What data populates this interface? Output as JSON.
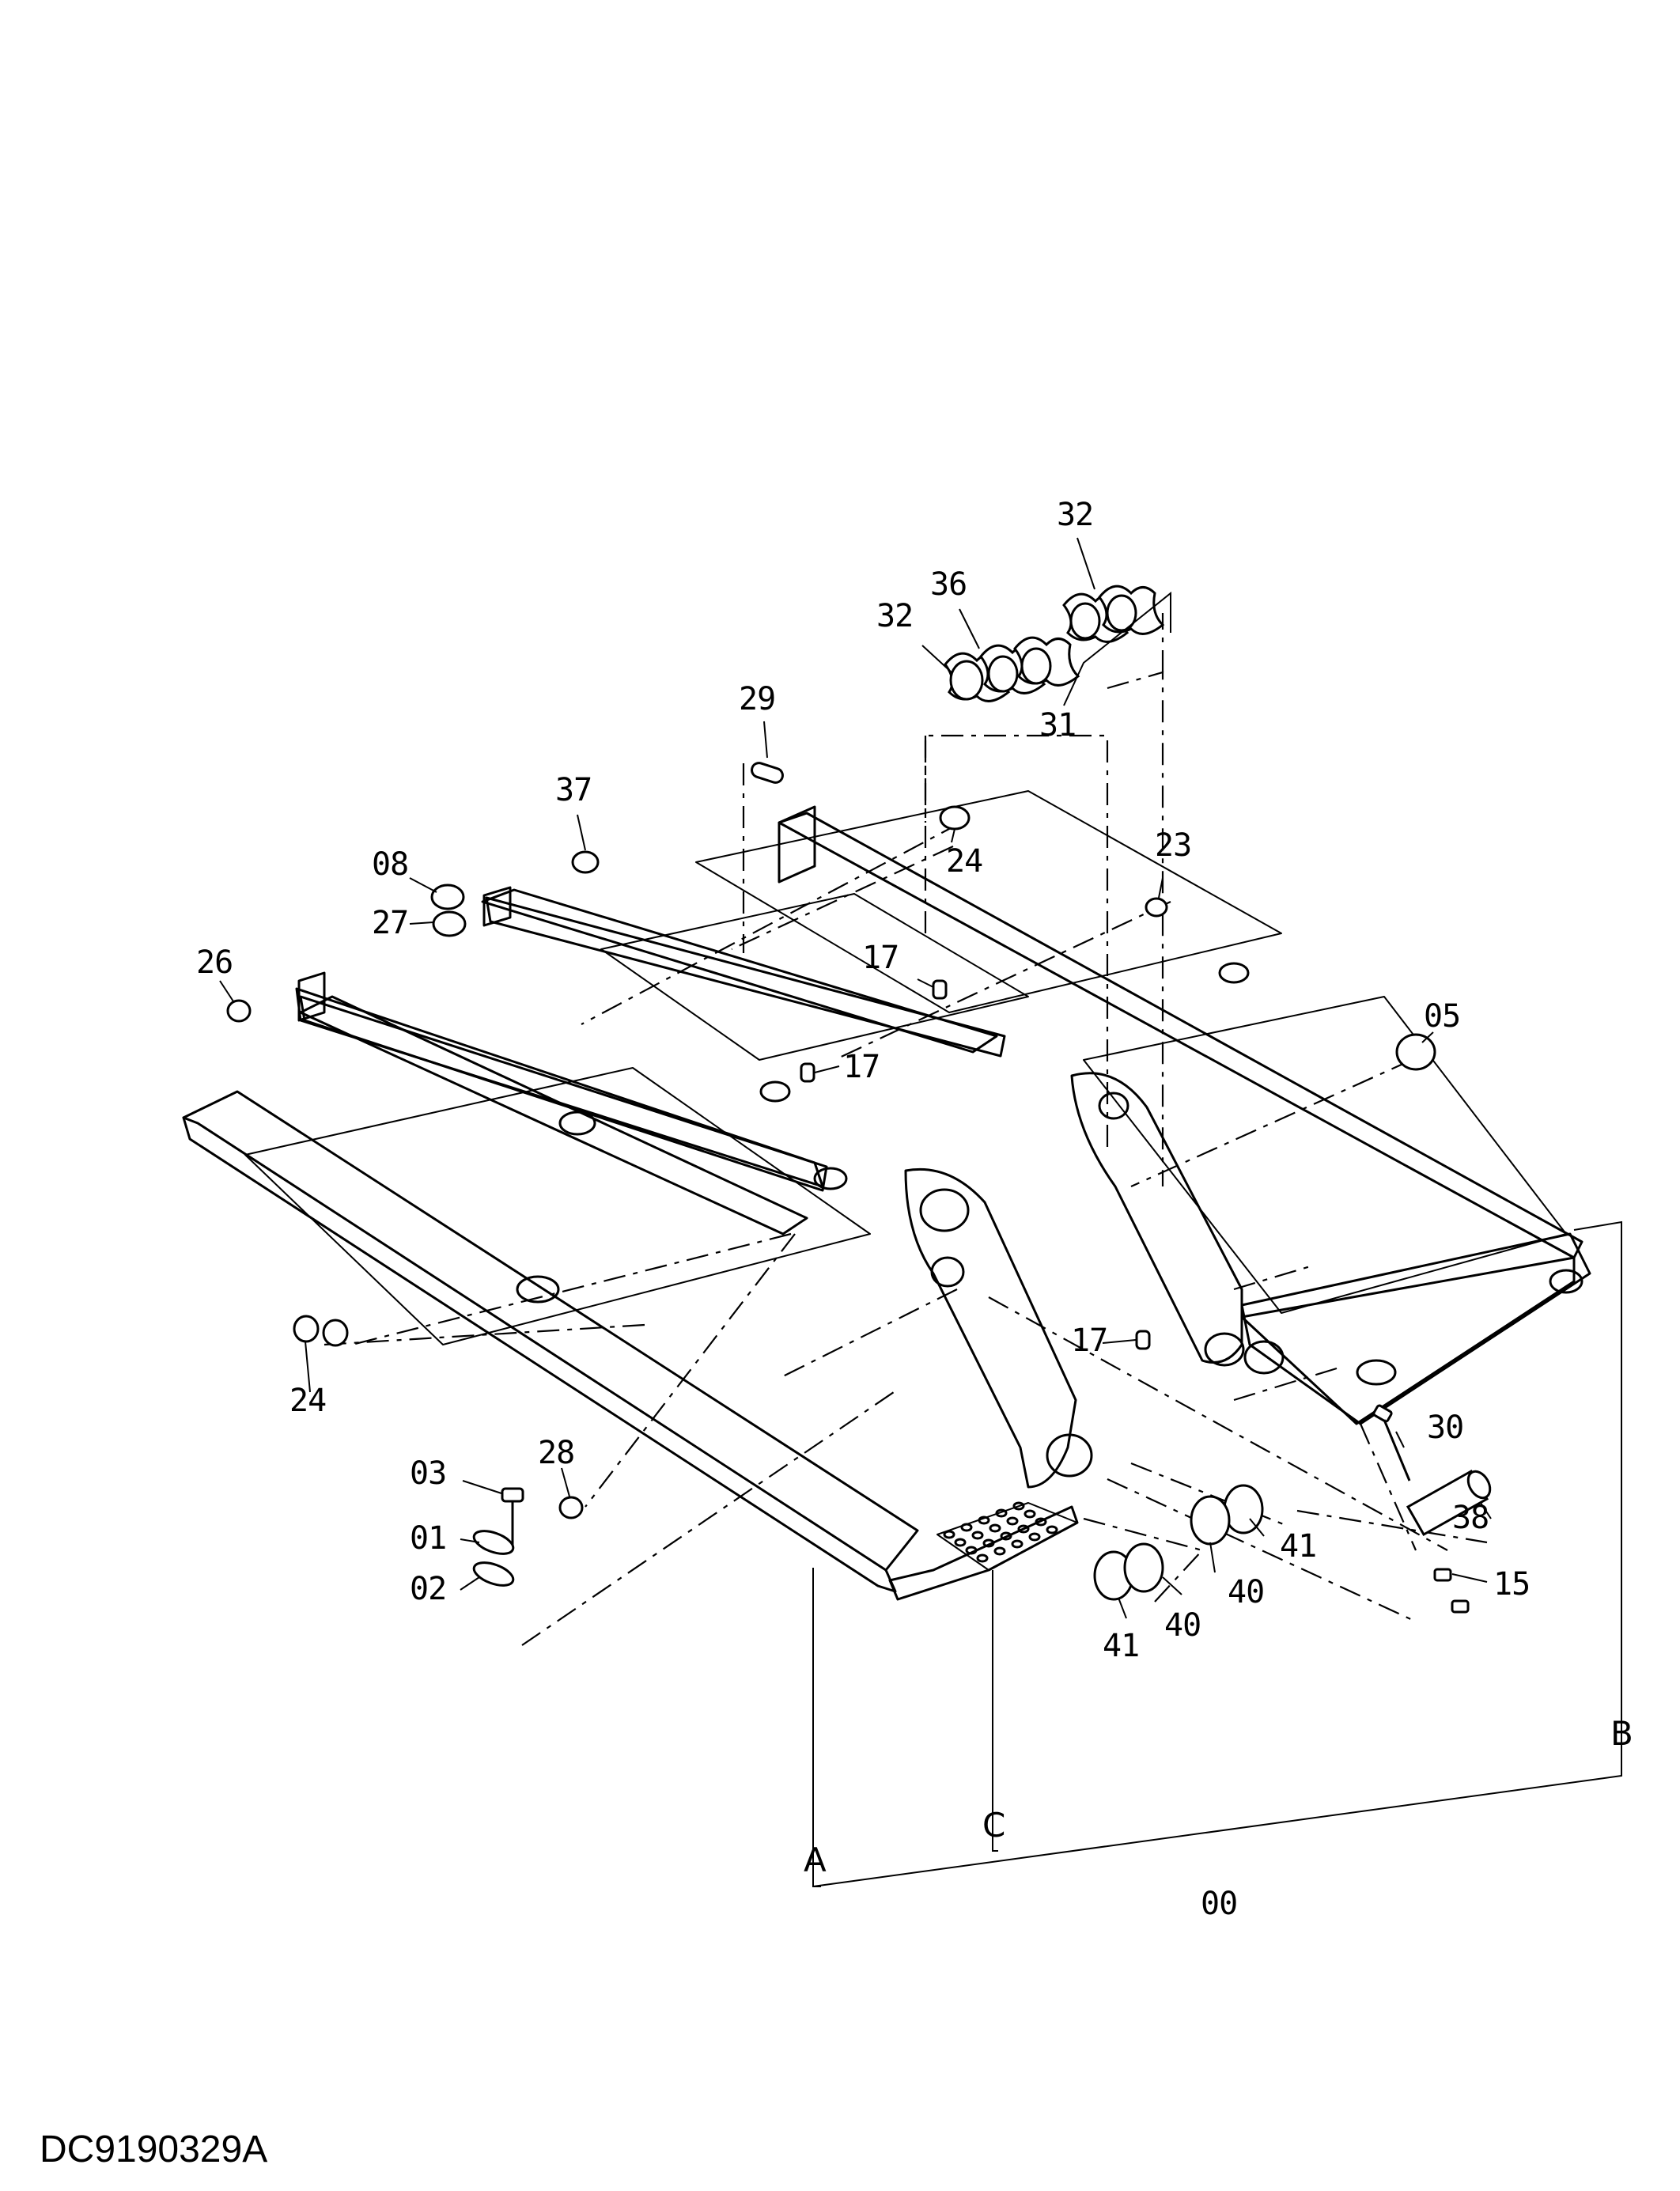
{
  "drawing_code": "DC9190329A",
  "callouts": [
    {
      "id": "c32a",
      "text": "32"
    },
    {
      "id": "c36",
      "text": "36"
    },
    {
      "id": "c32b",
      "text": "32"
    },
    {
      "id": "c31",
      "text": "31"
    },
    {
      "id": "c29",
      "text": "29"
    },
    {
      "id": "c37",
      "text": "37"
    },
    {
      "id": "c24a",
      "text": "24"
    },
    {
      "id": "c23",
      "text": "23"
    },
    {
      "id": "c08",
      "text": "08"
    },
    {
      "id": "c27",
      "text": "27"
    },
    {
      "id": "c26",
      "text": "26"
    },
    {
      "id": "c17a",
      "text": "17"
    },
    {
      "id": "c17b",
      "text": "17"
    },
    {
      "id": "c05",
      "text": "05"
    },
    {
      "id": "c17c",
      "text": "17"
    },
    {
      "id": "c24b",
      "text": "24"
    },
    {
      "id": "c30",
      "text": "30"
    },
    {
      "id": "c03",
      "text": "03"
    },
    {
      "id": "c28",
      "text": "28"
    },
    {
      "id": "c38",
      "text": "38"
    },
    {
      "id": "c01",
      "text": "01"
    },
    {
      "id": "c41a",
      "text": "41"
    },
    {
      "id": "c40a",
      "text": "40"
    },
    {
      "id": "c02",
      "text": "02"
    },
    {
      "id": "c15",
      "text": "15"
    },
    {
      "id": "c40b",
      "text": "40"
    },
    {
      "id": "c41b",
      "text": "41"
    },
    {
      "id": "c00",
      "text": "00"
    }
  ],
  "assembly_refs": {
    "a": "A",
    "b": "B",
    "c": "C"
  }
}
